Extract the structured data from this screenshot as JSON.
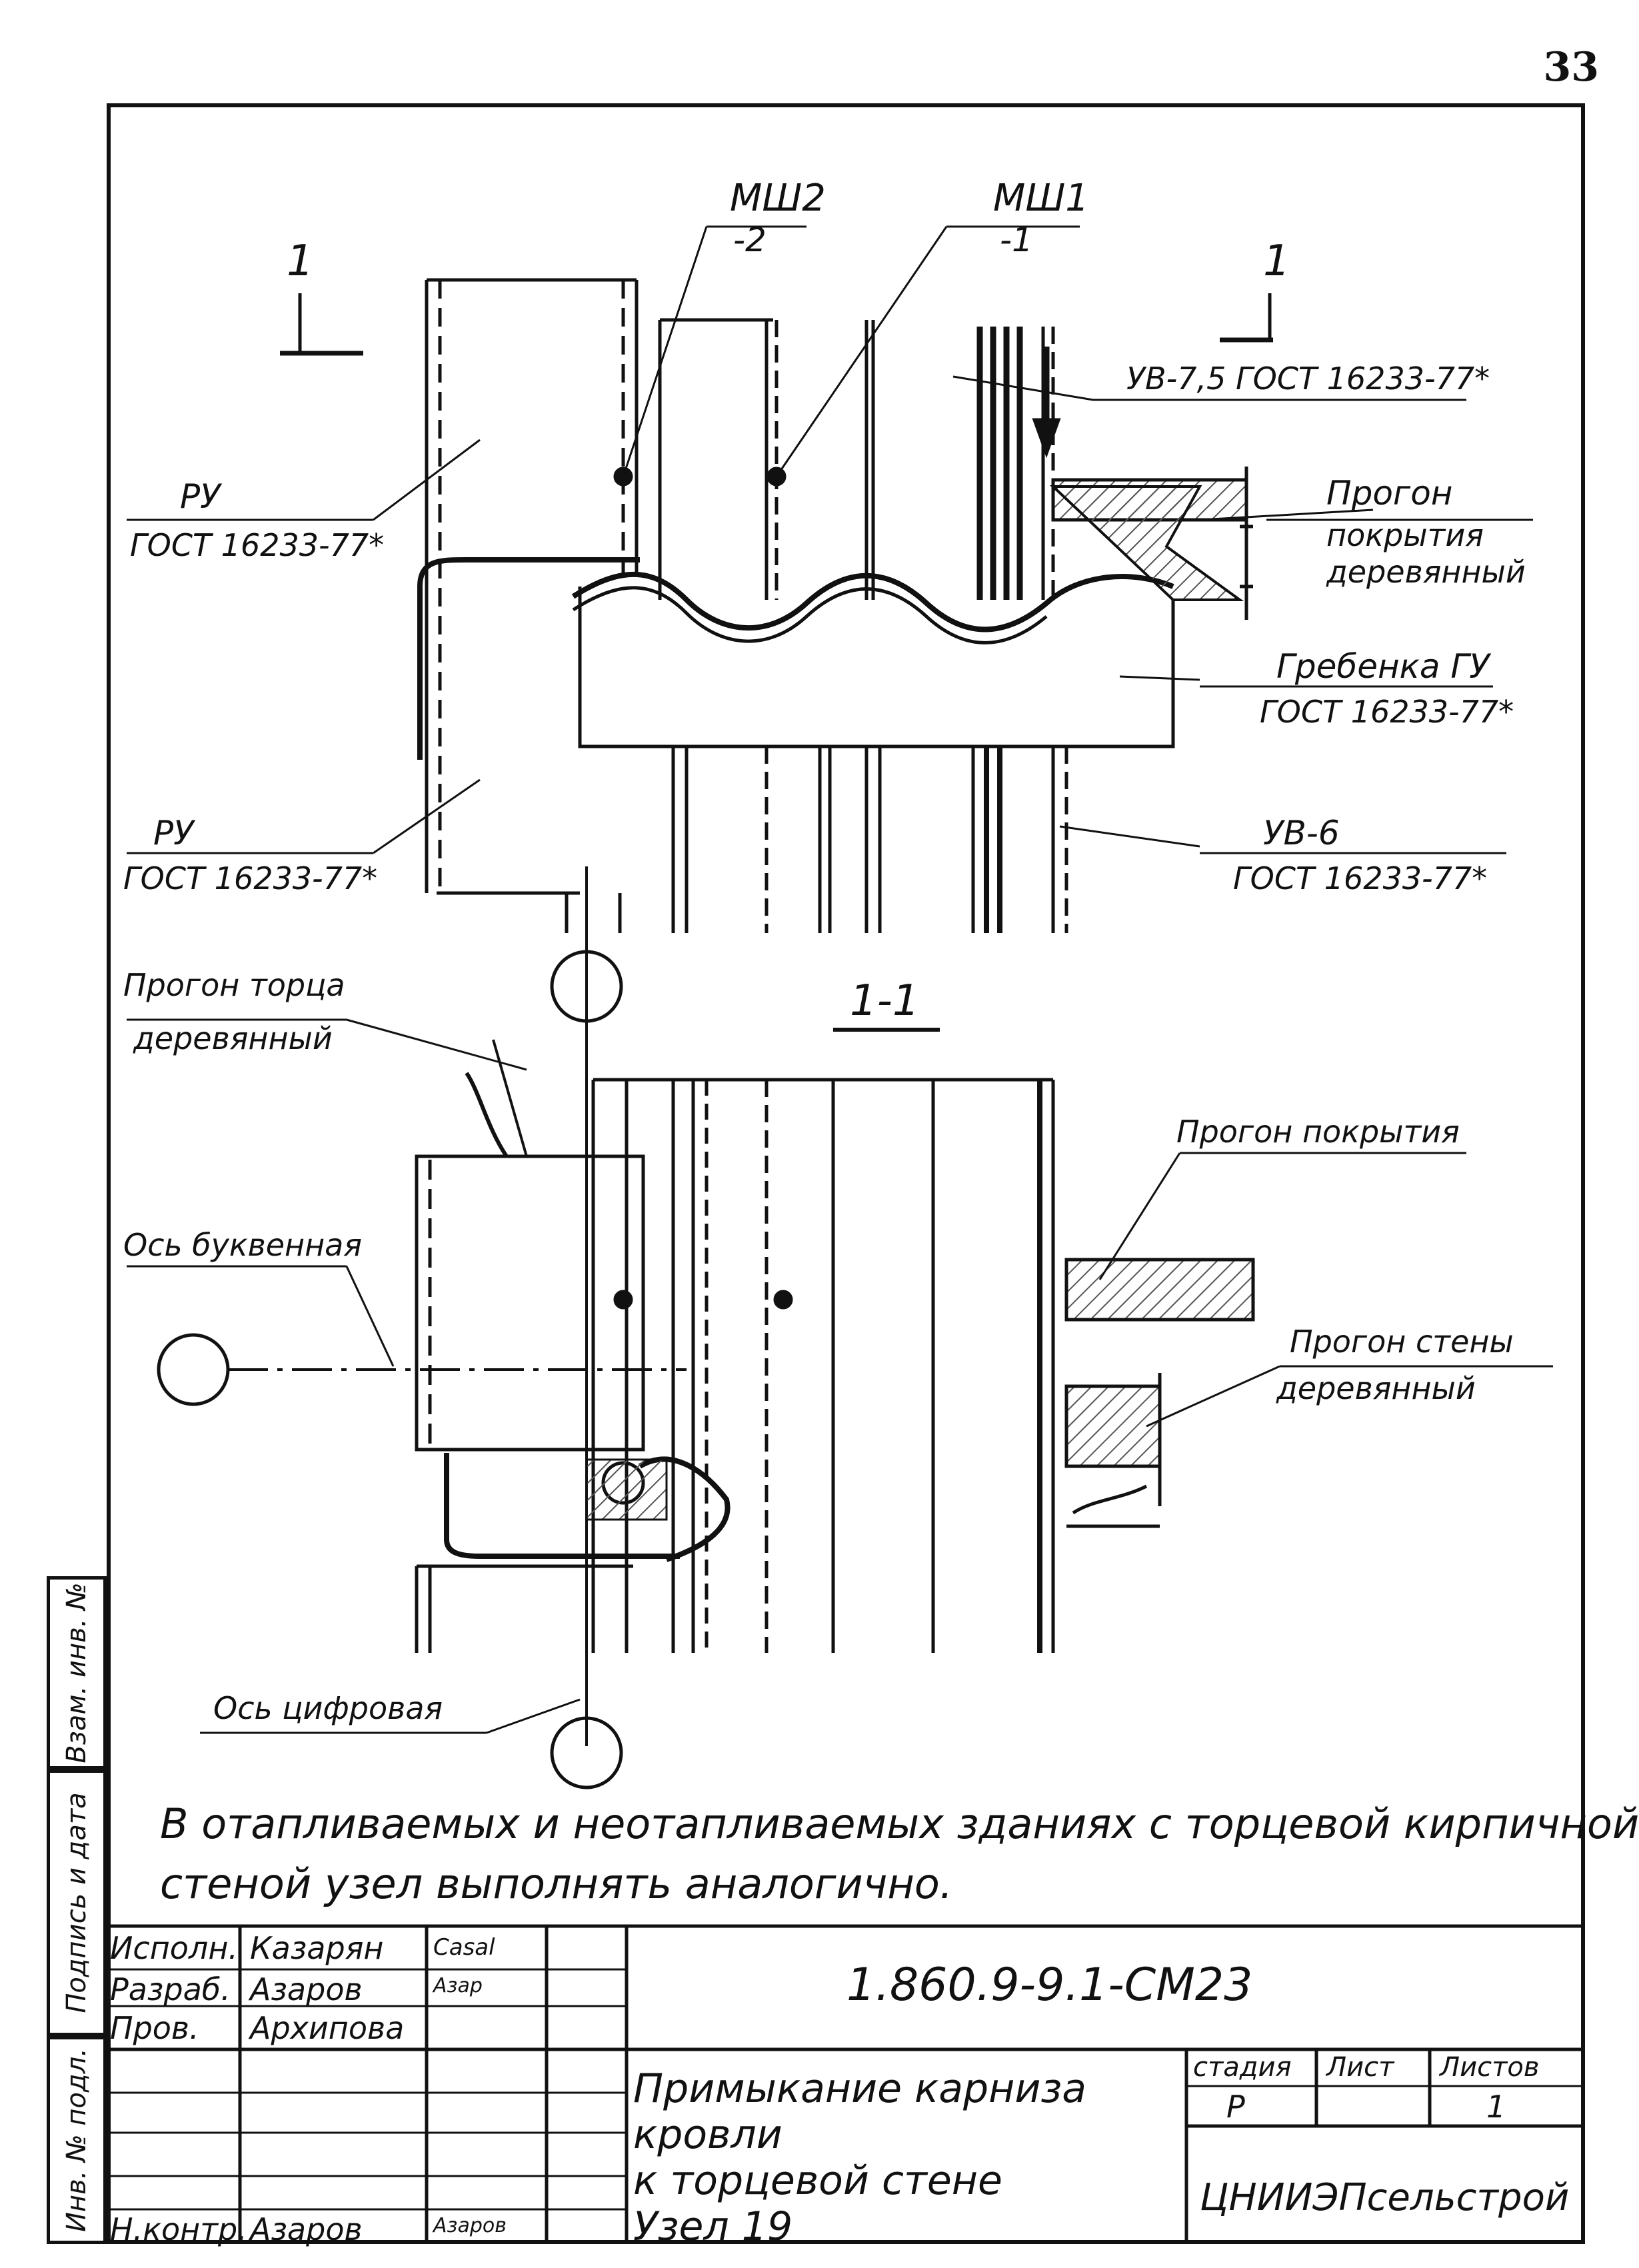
{
  "page_number": "33",
  "section_marks": {
    "left": "1",
    "right": "1",
    "section_title": "1-1"
  },
  "labels": {
    "msh2_top": "МШ2",
    "msh2_bottom": "-2",
    "msh1_top": "МШ1",
    "msh1_bottom": "-1",
    "uv75": "УВ-7,5 ГОСТ 16233-77*",
    "ru_top_name": "РУ",
    "ru_top_gost": "ГОСТ 16233-77*",
    "progon_pokr_1": "Прогон",
    "progon_pokr_2": "покрытия",
    "progon_pokr_3": "деревянный",
    "grebenka_name": "Гребенка ГУ",
    "grebenka_gost": "ГОСТ 16233-77*",
    "ru_bottom_name": "РУ",
    "ru_bottom_gost": "ГОСТ 16233-77*",
    "uv6_name": "УВ-6",
    "uv6_gost": "ГОСТ 16233-77*",
    "progon_torca_1": "Прогон торца",
    "progon_torca_2": "деревянный",
    "progon_pokrytiya": "Прогон покрытия",
    "os_bukv": "Ось буквенная",
    "progon_steny_1": "Прогон стены",
    "progon_steny_2": "деревянный",
    "os_cifr": "Ось цифровая"
  },
  "note_lines": [
    "В отапливаемых и неотапливаемых зданиях с торцевой кирпичной",
    "стеной узел выполнять аналогично."
  ],
  "side_stamp": [
    "Инв. № подл.",
    "Подпись и дата",
    "Взам. инв. №"
  ],
  "title_block": {
    "roles": [
      {
        "role": "Исполн.",
        "name": "Казарян",
        "signature": "Casal"
      },
      {
        "role": "Разраб.",
        "name": "Азаров",
        "signature": "Азар"
      },
      {
        "role": "Пров.",
        "name": "Архипова",
        "signature": ""
      }
    ],
    "norm_control": {
      "role": "Н.контр.",
      "name": "Азаров",
      "signature": "Азаров"
    },
    "doc_code": "1.860.9-9.1-СМ23",
    "sheet_title_lines": [
      "Примыкание карниза кровли",
      "к торцевой стене",
      "Узел 19"
    ],
    "stage_header": "стадия",
    "sheet_header": "Лист",
    "sheets_header": "Листов",
    "stage_value": "Р",
    "sheet_value": "",
    "sheets_value": "1",
    "organization": "ЦНИИЭПсельстрой"
  },
  "colors": {
    "ink": "#111111",
    "paper": "#ffffff",
    "hatch": "#555555"
  }
}
